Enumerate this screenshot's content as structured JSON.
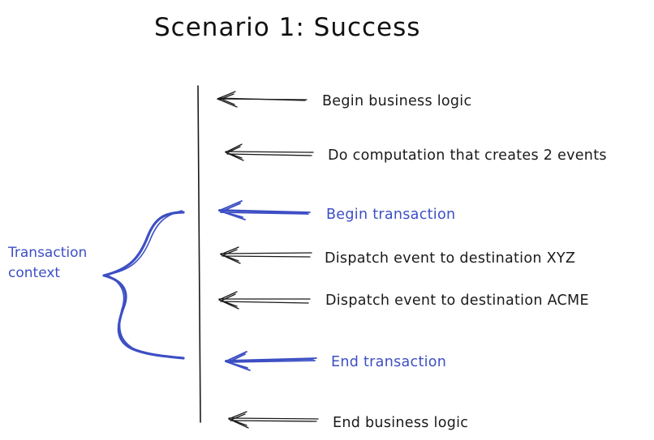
{
  "title": "Scenario 1: Success",
  "colors": {
    "ink": "#1a1a1a",
    "accent": "#3d4fc4"
  },
  "steps": [
    {
      "label": "Begin business logic",
      "highlight": false
    },
    {
      "label": "Do computation that creates 2 events",
      "highlight": false
    },
    {
      "label": "Begin transaction",
      "highlight": true
    },
    {
      "label": "Dispatch event to destination XYZ",
      "highlight": false
    },
    {
      "label": "Dispatch event to destination ACME",
      "highlight": false
    },
    {
      "label": "End transaction",
      "highlight": true
    },
    {
      "label": "End business logic",
      "highlight": false
    }
  ],
  "context_label": {
    "line1": "Transaction",
    "line2": "context"
  }
}
